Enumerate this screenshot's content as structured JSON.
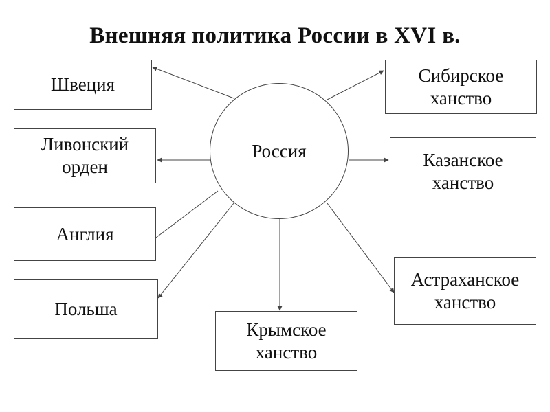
{
  "title": "Внешняя политика России в XVI в.",
  "center": {
    "label": "Россия"
  },
  "nodes": [
    {
      "id": "sweden",
      "label": "Швеция"
    },
    {
      "id": "livonia",
      "label": "Ливонский\nорден"
    },
    {
      "id": "england",
      "label": "Англия"
    },
    {
      "id": "poland",
      "label": "Польша"
    },
    {
      "id": "crimea",
      "label": "Крымское\nханство"
    },
    {
      "id": "siberia",
      "label": "Сибирское\nханство"
    },
    {
      "id": "kazan",
      "label": "Казанское\nханство"
    },
    {
      "id": "astrakhan",
      "label": "Астраханское\nханство"
    }
  ],
  "colors": {
    "line": "#444444",
    "text": "#111111",
    "background": "#ffffff"
  }
}
